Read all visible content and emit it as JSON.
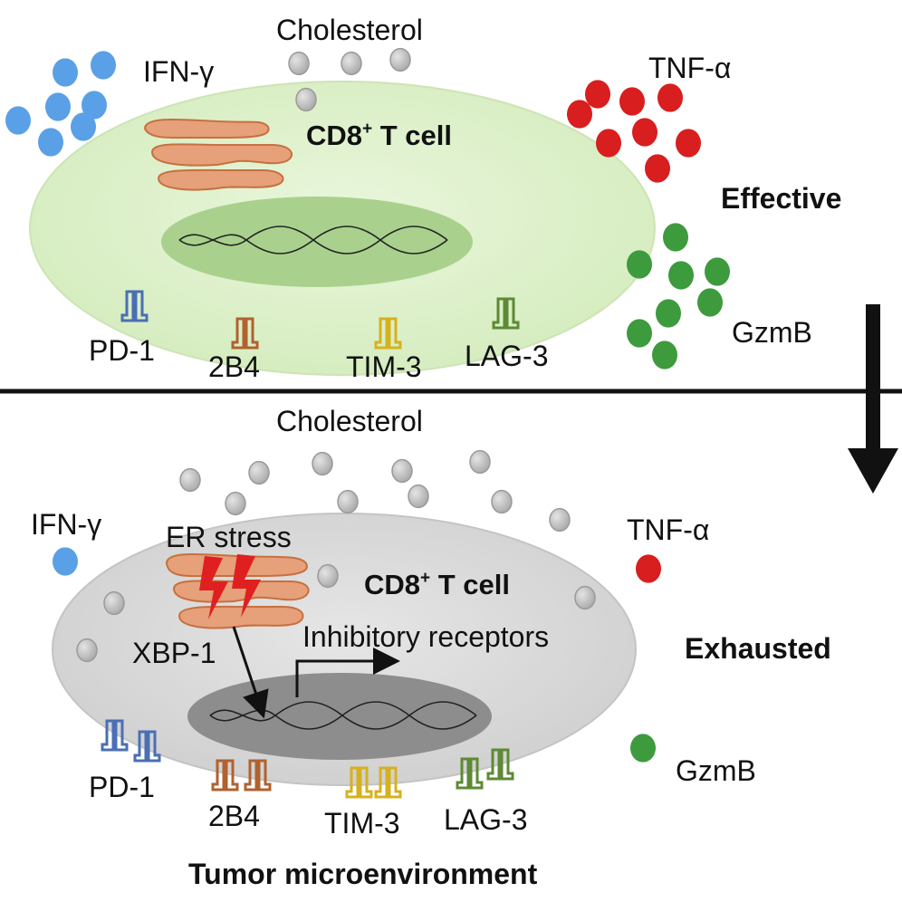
{
  "effective": {
    "cholesterol_label": "Cholesterol",
    "ifng_label": "IFN-γ",
    "tnfa_label": "TNF-α",
    "cell_label": "CD8",
    "cell_sup": "+",
    "cell_suffix": " T cell",
    "state_label": "Effective",
    "gzmb_label": "GzmB",
    "receptors": [
      {
        "label": "PD-1",
        "color": "#4a6fb4"
      },
      {
        "label": "2B4",
        "color": "#b0622f"
      },
      {
        "label": "TIM-3",
        "color": "#d6b11f"
      },
      {
        "label": "LAG-3",
        "color": "#5d8a34"
      }
    ]
  },
  "exhausted": {
    "cholesterol_label": "Cholesterol",
    "ifng_label": "IFN-γ",
    "tnfa_label": "TNF-α",
    "er_stress_label": "ER stress",
    "cell_label": "CD8",
    "cell_sup": "+",
    "cell_suffix": " T cell",
    "xbp1_label": "XBP-1",
    "inhibitory_label": "Inhibitory receptors",
    "state_label": "Exhausted",
    "gzmb_label": "GzmB",
    "receptors": [
      {
        "label": "PD-1",
        "color": "#4a6fb4"
      },
      {
        "label": "2B4",
        "color": "#b0622f"
      },
      {
        "label": "TIM-3",
        "color": "#d6b11f"
      },
      {
        "label": "LAG-3",
        "color": "#5d8a34"
      }
    ]
  },
  "footer_label": "Tumor microenvironment",
  "colors": {
    "ifng": "#5aa0e6",
    "tnfa": "#d81e1e",
    "gzmb": "#3d9a3d",
    "cholesterol": "#bdbdbd",
    "effective_cell": "#dcefc8",
    "effective_nucleus": "#a8d08a",
    "exhausted_cell": "#d8d8d8",
    "exhausted_nucleus": "#8a8a8a",
    "er": "#e69a6e",
    "lightning": "#e02020"
  }
}
